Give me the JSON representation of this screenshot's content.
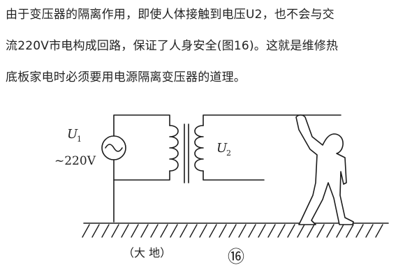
{
  "paragraph": {
    "lines": [
      "由于变压器的隔离作用，即使人体接触到电压U2，也不会与交",
      "流220V市电构成回路，保证了人身安全(图16)。这就是维修热",
      "底板家电时必须要用电源隔离变压器的道理。"
    ]
  },
  "diagram": {
    "u1_label": "U",
    "u1_subscript": "1",
    "voltage_label": "~220V",
    "u2_label": "U",
    "u2_subscript": "2",
    "ground_label": "（大  地）",
    "figure_number": "⑯"
  },
  "colors": {
    "ink": "#222222",
    "line": "#1a1a1a"
  }
}
